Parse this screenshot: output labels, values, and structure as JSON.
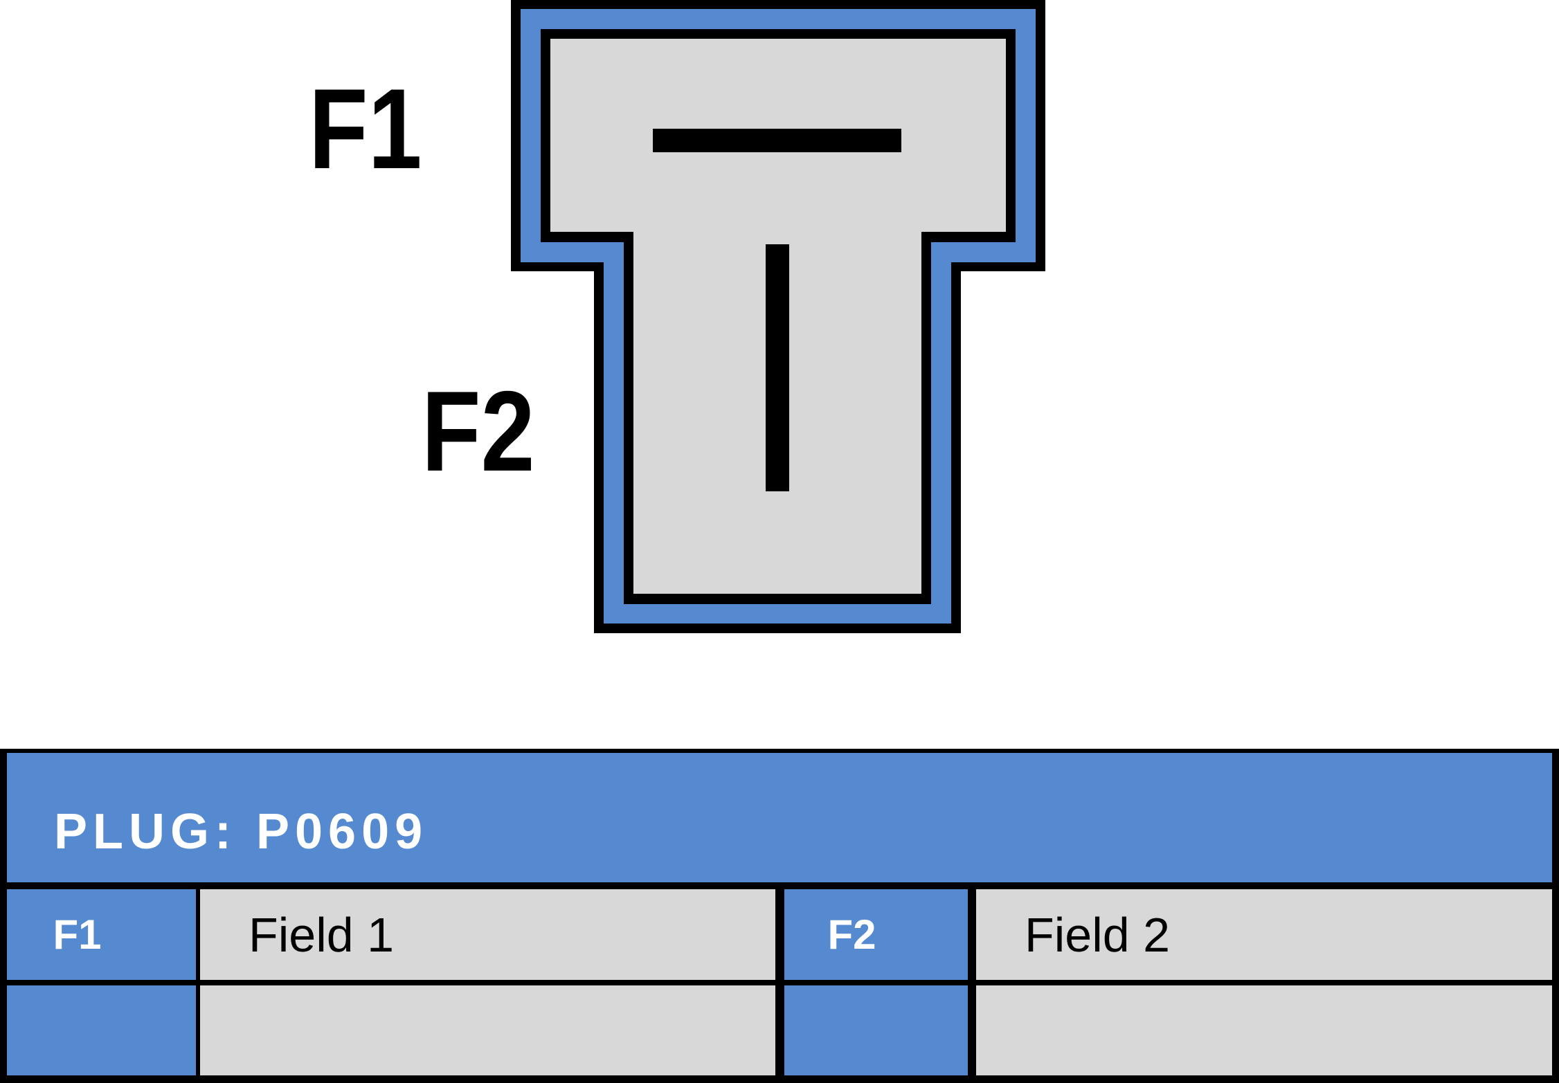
{
  "colors": {
    "accent_blue": "#5589D0",
    "fill_gray": "#D8D8D8",
    "line_black": "#000000",
    "text_white": "#FFFFFF"
  },
  "diagram": {
    "description": "T-shaped 2-terminal plug outline, blue shell with gray cavity",
    "pin_labels": [
      {
        "id": "F1",
        "text": "F1"
      },
      {
        "id": "F2",
        "text": "F2"
      }
    ]
  },
  "table": {
    "header": "PLUG: P0609",
    "rows": [
      {
        "cells": [
          {
            "label": "F1",
            "value": "Field 1"
          },
          {
            "label": "F2",
            "value": "Field 2"
          }
        ]
      },
      {
        "cells": [
          {
            "label": "",
            "value": ""
          },
          {
            "label": "",
            "value": ""
          }
        ]
      }
    ]
  }
}
